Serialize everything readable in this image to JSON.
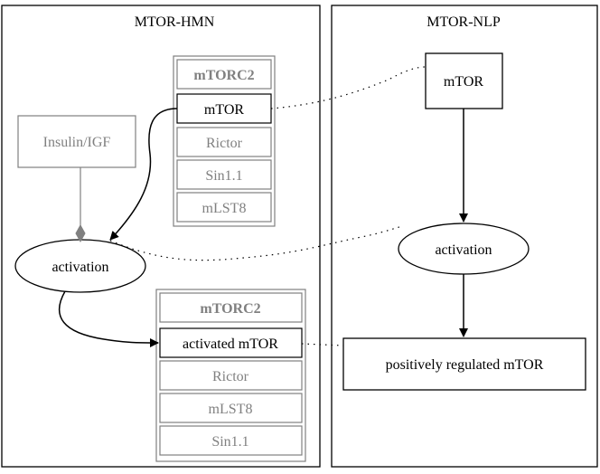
{
  "panels": {
    "left": {
      "title": "MTOR-HMN"
    },
    "right": {
      "title": "MTOR-NLP"
    }
  },
  "left": {
    "complex1": {
      "header": "mTORC2",
      "rows": [
        "mTOR",
        "Rictor",
        "Sin1.1",
        "mLST8"
      ]
    },
    "insulin": "Insulin/IGF",
    "activation": "activation",
    "complex2": {
      "header": "mTORC2",
      "rows": [
        "activated mTOR",
        "Rictor",
        "mLST8",
        "Sin1.1"
      ]
    }
  },
  "right": {
    "mtor": "mTOR",
    "activation": "activation",
    "result": "positively regulated mTOR"
  },
  "colors": {
    "stroke": "#000000",
    "muted": "#808080",
    "background": "#ffffff"
  }
}
